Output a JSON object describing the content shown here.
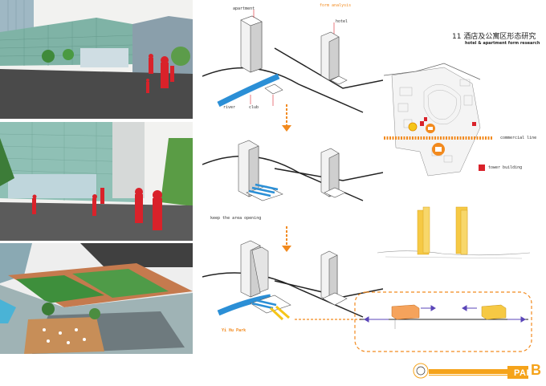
{
  "header": {
    "title_cn": "11 酒店及公寓区形态研究",
    "title_en": "hotel & apartment form research"
  },
  "labels": {
    "apartment": "apartment",
    "form_analysis": "form analysis",
    "hotel": "hotel",
    "river": "river",
    "club": "club",
    "keep_area": "keep the area opening",
    "yi_hu_park": "Yi Hu Park"
  },
  "legend": {
    "commercial_line": "commercial line",
    "tower_building": "tower building"
  },
  "footer": {
    "part_word": "PART",
    "part_letter": "B"
  },
  "colors": {
    "accent_orange": "#f28a1e",
    "tower_red": "#d9222a",
    "tower_yellow": "#f6c944",
    "roof_green": "#3e8f3c",
    "river_blue": "#2b8fd6"
  }
}
